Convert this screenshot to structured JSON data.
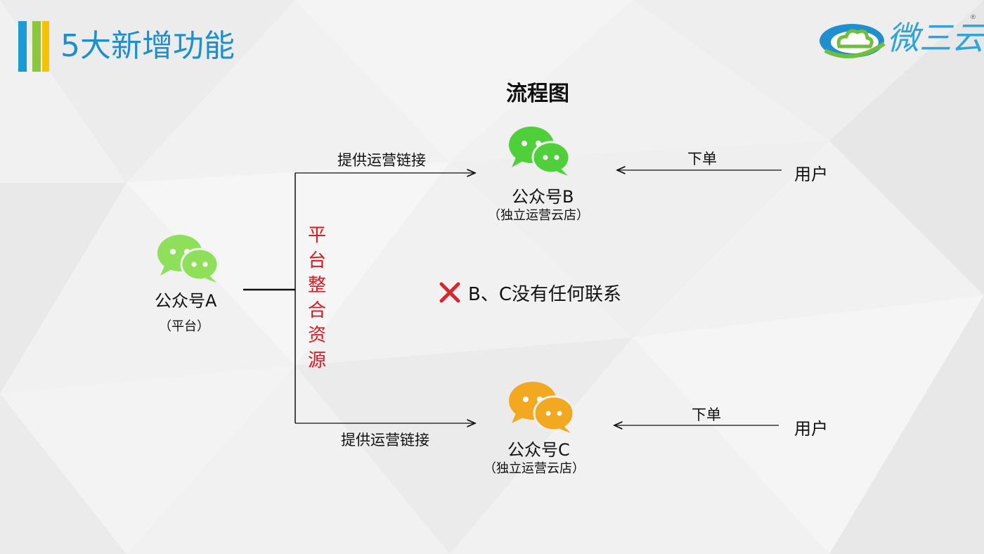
{
  "header": {
    "title": "5大新增功能",
    "logo_text": "微三云",
    "registered_mark": "®"
  },
  "diagram": {
    "title": "流程图",
    "platform": {
      "name": "公众号A",
      "role": "（平台）"
    },
    "integrate_label": "平台整合资源",
    "integrate_chars": [
      "平",
      "台",
      "整",
      "合",
      "资",
      "源"
    ],
    "account_b": {
      "name": "公众号B",
      "role": "（独立运营云店）",
      "link_label": "提供运营链接"
    },
    "account_c": {
      "name": "公众号C",
      "role": "（独立运营云店）",
      "link_label": "提供运营链接"
    },
    "user_b": {
      "label": "用户",
      "action": "下单"
    },
    "user_c": {
      "label": "用户",
      "action": "下单"
    },
    "relation_note": "B、C没有任何联系"
  },
  "colors": {
    "title_blue": "#1b8fd0",
    "bar_colors": [
      "#1a9ad6",
      "#8cc63f",
      "#f5c400"
    ],
    "wechat_green": "#8ee05a",
    "wechat_green_b": "#4fcf3a",
    "wechat_orange": "#f2a81f",
    "red_text": "#e8141a",
    "cross_red": "#d9262c"
  },
  "icons": [
    "wechat-icon-a",
    "wechat-icon-b",
    "wechat-icon-c",
    "cross-icon",
    "cloud-logo-icon"
  ]
}
